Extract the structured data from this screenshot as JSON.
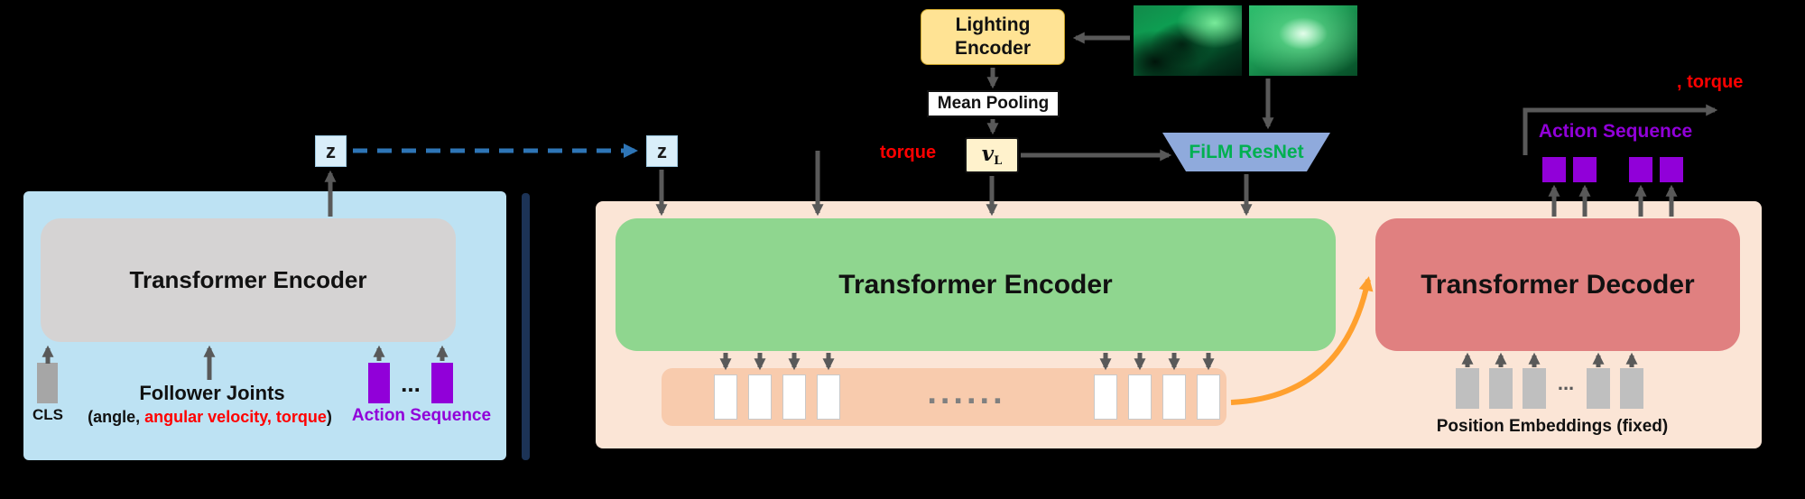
{
  "colors": {
    "background": "#000000",
    "left_panel_bg": "#BDE2F3",
    "gray_encoder_bg": "#D5D3D3",
    "z_box_bg": "#D9EEF9",
    "peach_bg": "#FBE5D6",
    "green_encoder_bg": "#8FD68F",
    "red_decoder_bg": "#E08080",
    "token_strip_bg": "#F8CBAD",
    "purple": "#9100D9",
    "red_text": "#FF0000",
    "film_trapezoid_bg": "#8FAADC",
    "film_text": "#00B050",
    "lighting_box_bg": "#FFE394",
    "vl_box_bg": "#FFF2CC",
    "arrow_gray": "#595959",
    "arrow_blue_dashed": "#2E75B6",
    "arrow_orange": "#FFA02E",
    "divider_navy": "#1C3356",
    "pos_emb_gray": "#BFBFBF",
    "cls_gray": "#A6A6A6"
  },
  "left_panel": {
    "z_label": "z",
    "encoder_label": "Transformer Encoder",
    "cls_label": "CLS",
    "follower_joints_title": "Follower Joints",
    "joints_detail_prefix": "(angle,",
    "joints_detail_red": "angular velocity, torque",
    "joints_detail_suffix": ")",
    "dots": "...",
    "action_sequence_label": "Action Sequence",
    "action_token_count": 2
  },
  "lighting_branch": {
    "lighting_encoder_line1": "Lighting",
    "lighting_encoder_line2": "Encoder",
    "mean_pooling_label": "Mean Pooling",
    "torque_label": "torque",
    "v_symbol": "v",
    "v_subscript": "L",
    "film_resnet_label": "FiLM ResNet",
    "camera_images": [
      "green-camera-view-1",
      "green-camera-view-2"
    ]
  },
  "right_panel": {
    "z_label": "z",
    "encoder_label": "Transformer Encoder",
    "decoder_label": "Transformer Decoder",
    "tokens_dots": "......",
    "encoder_output_token_count": 8,
    "pos_emb_dots": "...",
    "position_embedding_count": 5,
    "position_embeddings_label": "Position Embeddings (fixed)",
    "action_sequence_label": "Action Sequence",
    "action_torque_suffix": ", torque",
    "action_token_count": 4
  }
}
